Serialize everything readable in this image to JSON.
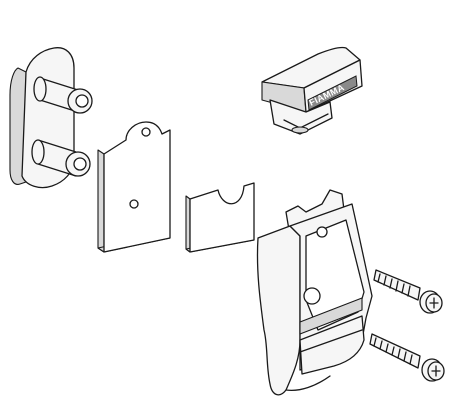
{
  "diagram": {
    "brand_label": "FIAMMA",
    "colors": {
      "line": "#1a1a1a",
      "part_fill": "#f6f6f6",
      "shade": "#d9d9d9",
      "dark": "#8a8a8a",
      "background": "#ffffff"
    },
    "parts": [
      {
        "id": "wall-bracket",
        "icon": "double-peg-bracket"
      },
      {
        "id": "backing-plate",
        "icon": "notched-plate"
      },
      {
        "id": "shim-plate",
        "icon": "shim"
      },
      {
        "id": "cap",
        "icon": "branded-cap"
      },
      {
        "id": "clip-holder",
        "icon": "clip-holder"
      },
      {
        "id": "screws",
        "icon": "phillips-screw",
        "count": 2
      }
    ]
  }
}
